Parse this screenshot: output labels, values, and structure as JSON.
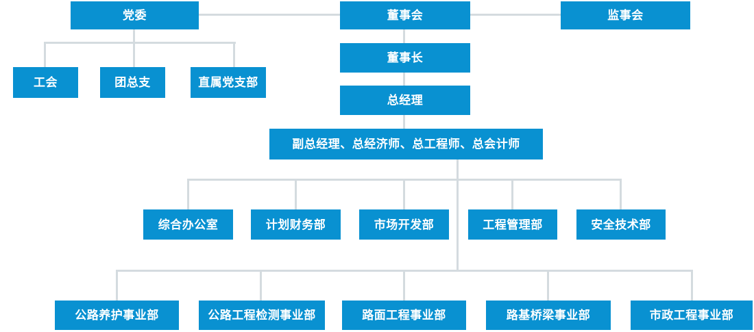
{
  "diagram": {
    "type": "org-chart",
    "nodes": {
      "party_committee": {
        "label": "党委"
      },
      "board_of_directors": {
        "label": "董事会"
      },
      "supervisory_board": {
        "label": "监事会"
      },
      "labor_union": {
        "label": "工会"
      },
      "youth_league": {
        "label": "团总支"
      },
      "direct_party_branch": {
        "label": "直属党支部"
      },
      "chairman": {
        "label": "董事长"
      },
      "general_manager": {
        "label": "总经理"
      },
      "deputy_leaders": {
        "label": "副总经理、总经济师、总工程师、总会计师"
      },
      "general_office": {
        "label": "综合办公室"
      },
      "planning_finance": {
        "label": "计划财务部"
      },
      "market_development": {
        "label": "市场开发部"
      },
      "engineering_management": {
        "label": "工程管理部"
      },
      "safety_technology": {
        "label": "安全技术部"
      },
      "highway_maintenance": {
        "label": "公路养护事业部"
      },
      "highway_testing": {
        "label": "公路工程检测事业部"
      },
      "pavement_engineering": {
        "label": "路面工程事业部"
      },
      "roadbed_bridge": {
        "label": "路基桥梁事业部"
      },
      "municipal_engineering": {
        "label": "市政工程事业部"
      }
    }
  },
  "colors": {
    "box_fill": "#0991d1",
    "box_text": "#ffffff",
    "connector": "#d4dbdf",
    "background": "#ffffff"
  }
}
